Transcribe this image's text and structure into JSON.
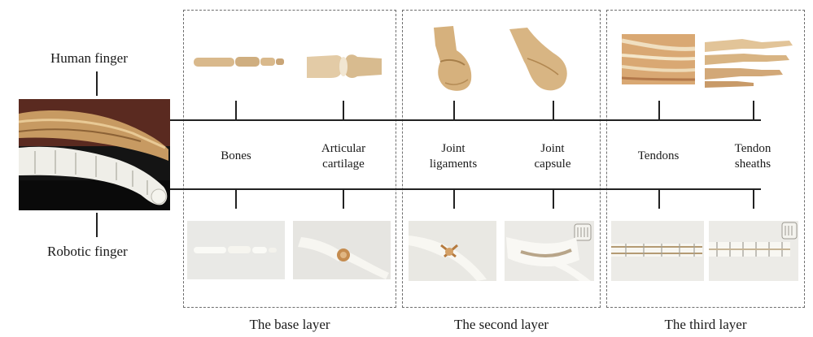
{
  "side_labels": {
    "human": "Human finger",
    "robotic": "Robotic finger"
  },
  "layers": [
    {
      "title": "The base layer",
      "items": [
        {
          "label": "Bones",
          "human_image": "bones-photo",
          "robotic_image": "robotic-bones-photo"
        },
        {
          "label": "Articular\ncartilage",
          "human_image": "cartilage-photo",
          "robotic_image": "robotic-cartilage-photo"
        }
      ]
    },
    {
      "title": "The second layer",
      "items": [
        {
          "label": "Joint\nligaments",
          "human_image": "ligaments-photo",
          "robotic_image": "robotic-ligaments-photo"
        },
        {
          "label": "Joint\ncapsule",
          "human_image": "capsule-photo",
          "robotic_image": "robotic-capsule-photo"
        }
      ]
    },
    {
      "title": "The third layer",
      "items": [
        {
          "label": "Tendons",
          "human_image": "tendons-photo",
          "robotic_image": "robotic-tendons-photo"
        },
        {
          "label": "Tendon\nsheaths",
          "human_image": "sheaths-photo",
          "robotic_image": "robotic-sheaths-photo"
        }
      ]
    }
  ],
  "colors": {
    "bone": "#d9b98c",
    "bone_dark": "#a8834f",
    "robot": "#efeee8",
    "photo_bg_dark": "#141414",
    "photo_bg_light": "#e9e9e6"
  }
}
